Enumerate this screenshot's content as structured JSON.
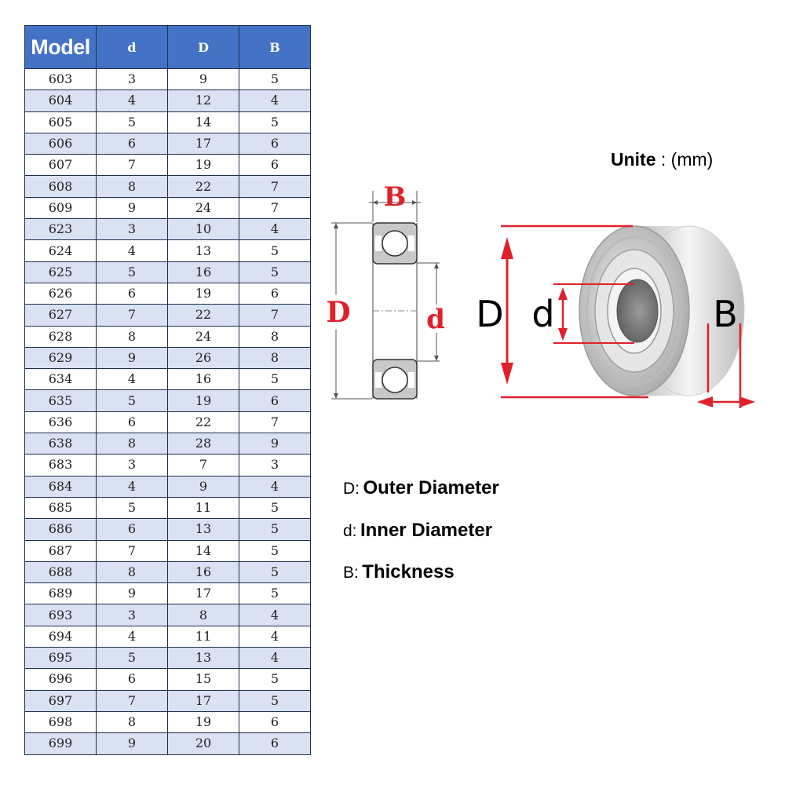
{
  "table": {
    "headers": [
      "Model",
      "d",
      "D",
      "B"
    ],
    "rows": [
      [
        "603",
        "3",
        "9",
        "5"
      ],
      [
        "604",
        "4",
        "12",
        "4"
      ],
      [
        "605",
        "5",
        "14",
        "5"
      ],
      [
        "606",
        "6",
        "17",
        "6"
      ],
      [
        "607",
        "7",
        "19",
        "6"
      ],
      [
        "608",
        "8",
        "22",
        "7"
      ],
      [
        "609",
        "9",
        "24",
        "7"
      ],
      [
        "623",
        "3",
        "10",
        "4"
      ],
      [
        "624",
        "4",
        "13",
        "5"
      ],
      [
        "625",
        "5",
        "16",
        "5"
      ],
      [
        "626",
        "6",
        "19",
        "6"
      ],
      [
        "627",
        "7",
        "22",
        "7"
      ],
      [
        "628",
        "8",
        "24",
        "8"
      ],
      [
        "629",
        "9",
        "26",
        "8"
      ],
      [
        "634",
        "4",
        "16",
        "5"
      ],
      [
        "635",
        "5",
        "19",
        "6"
      ],
      [
        "636",
        "6",
        "22",
        "7"
      ],
      [
        "638",
        "8",
        "28",
        "9"
      ],
      [
        "683",
        "3",
        "7",
        "3"
      ],
      [
        "684",
        "4",
        "9",
        "4"
      ],
      [
        "685",
        "5",
        "11",
        "5"
      ],
      [
        "686",
        "6",
        "13",
        "5"
      ],
      [
        "687",
        "7",
        "14",
        "5"
      ],
      [
        "688",
        "8",
        "16",
        "5"
      ],
      [
        "689",
        "9",
        "17",
        "5"
      ],
      [
        "693",
        "3",
        "8",
        "4"
      ],
      [
        "694",
        "4",
        "11",
        "4"
      ],
      [
        "695",
        "5",
        "13",
        "4"
      ],
      [
        "696",
        "6",
        "15",
        "5"
      ],
      [
        "697",
        "7",
        "17",
        "5"
      ],
      [
        "698",
        "8",
        "19",
        "6"
      ],
      [
        "699",
        "9",
        "20",
        "6"
      ]
    ]
  },
  "unit": {
    "label": "Unite",
    "value": ": (mm)"
  },
  "diagram": {
    "outer_label": "D",
    "inner_label": "d",
    "width_label": "B",
    "accent_color": "#e0202a"
  },
  "legend": {
    "outer": {
      "key": "D:",
      "desc": "Outer Diameter"
    },
    "inner": {
      "key": "d:",
      "desc": "Inner Diameter"
    },
    "thickness": {
      "key": "B:",
      "desc": "Thickness"
    }
  }
}
